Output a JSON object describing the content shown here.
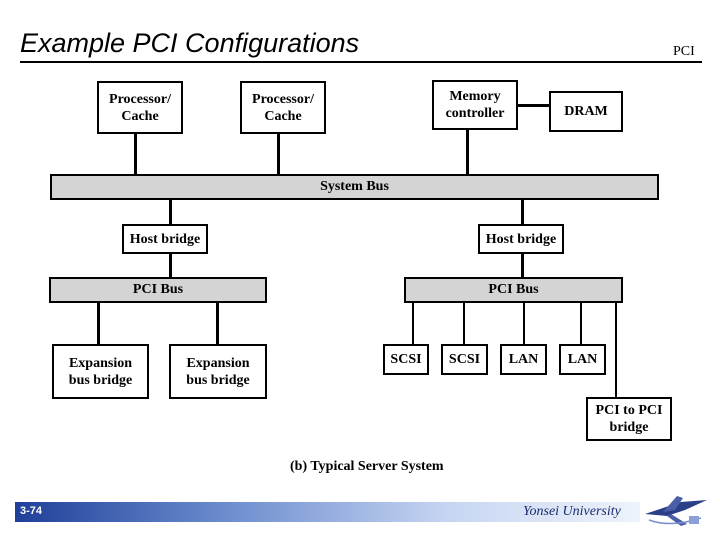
{
  "slide": {
    "title": "Example PCI Configurations",
    "header_tag": "PCI"
  },
  "diagram": {
    "processor1": "Processor/\nCache",
    "processor2": "Processor/\nCache",
    "memory_controller": "Memory\ncontroller",
    "dram": "DRAM",
    "system_bus": "System Bus",
    "host_bridge_left": "Host bridge",
    "host_bridge_right": "Host bridge",
    "pci_bus_left": "PCI Bus",
    "pci_bus_right": "PCI Bus",
    "expansion1": "Expansion\nbus bridge",
    "expansion2": "Expansion\nbus bridge",
    "scsi1": "SCSI",
    "scsi2": "SCSI",
    "lan1": "LAN",
    "lan2": "LAN",
    "pci_to_pci": "PCI to PCI\nbridge",
    "caption": "(b) Typical Server System"
  },
  "footer": {
    "slide_number": "3-74",
    "university": "Yonsei University",
    "logo_icon": "airplane-logo-icon"
  }
}
